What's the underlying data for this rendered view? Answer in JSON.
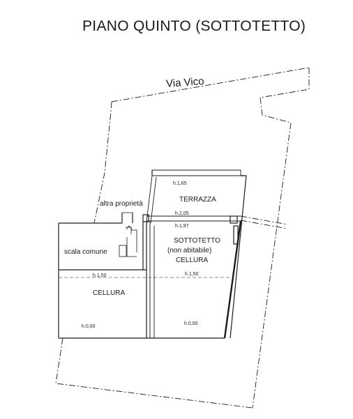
{
  "title": "PIANO QUINTO (SOTTOTETTO)",
  "street": "Via Vico",
  "neighbor_label": "altra proprietà",
  "rooms": {
    "terrace": "TERRAZZA",
    "attic": "SOTTOTETTO",
    "attic_note": "(non abitabile)",
    "attic_cellura": "CELLURA",
    "stair": "scala comune",
    "cellura": "CELLURA"
  },
  "heights": {
    "terrace_top": "h.1,65",
    "terrace_bottom": "h.2,05",
    "attic_top": "h.1,97",
    "cellura_left_top": "h.1,50",
    "attic_mid": "h.1,50",
    "cellura_floor": "h.0,00",
    "attic_floor": "h.0,00"
  },
  "colors": {
    "ink": "#1a1a1a",
    "paper": "#ffffff"
  }
}
